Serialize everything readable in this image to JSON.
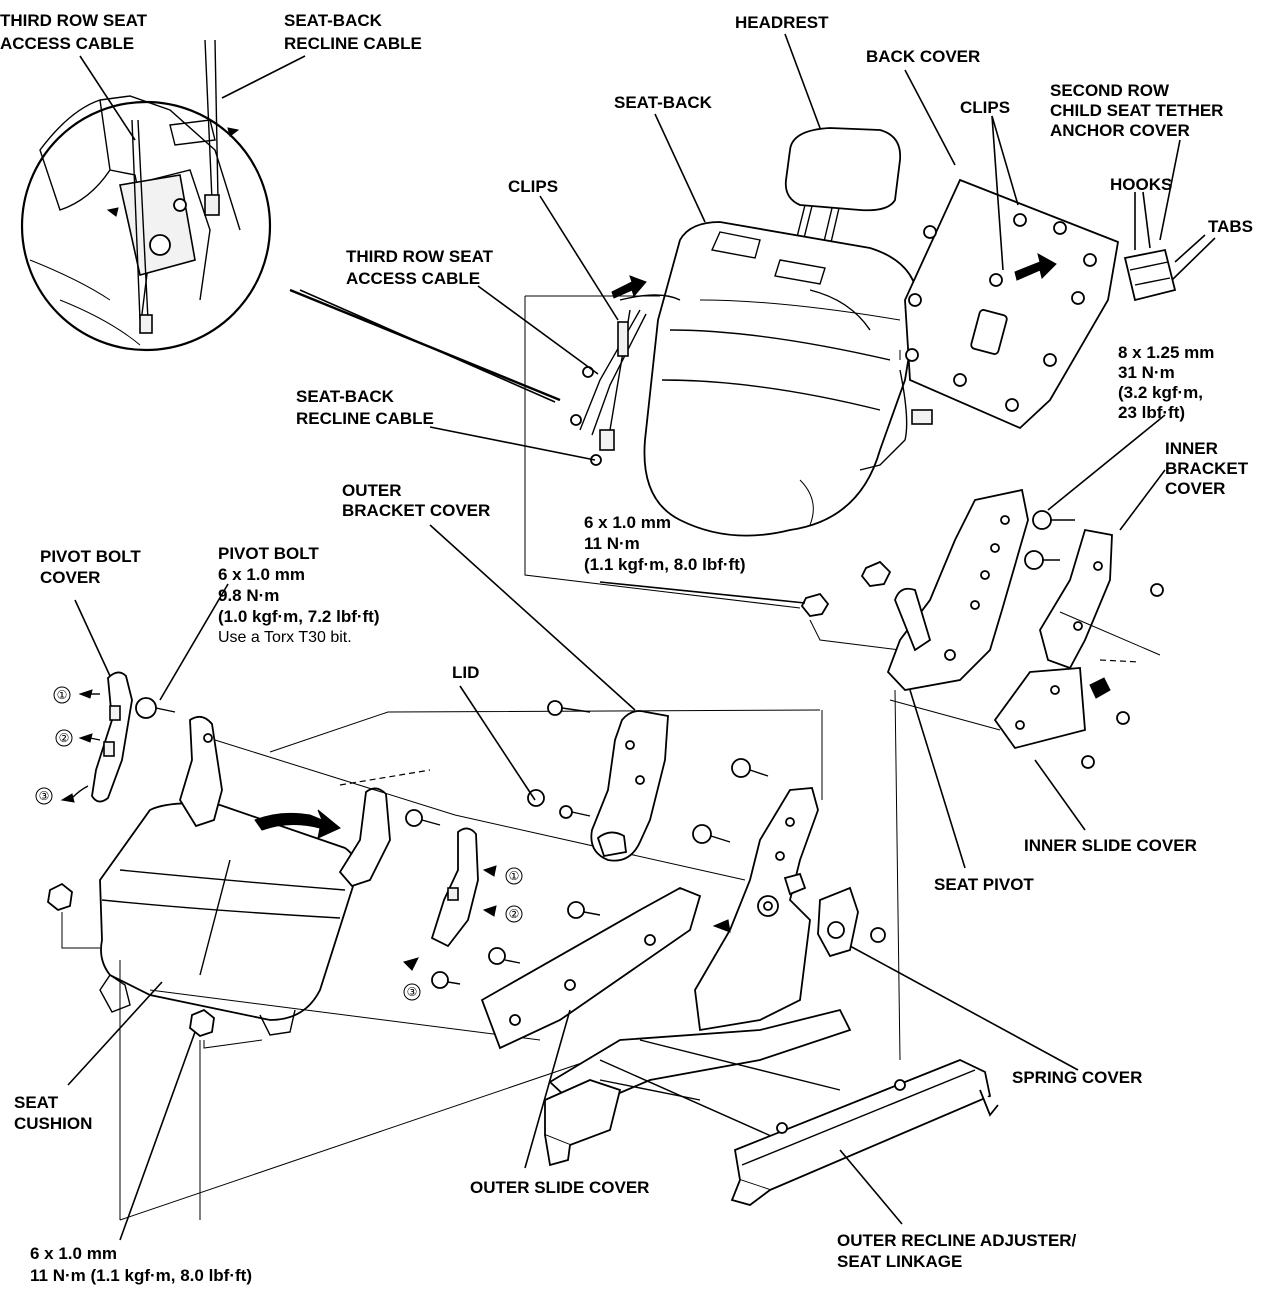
{
  "labels": {
    "third_row_cable_top": [
      "THIRD ROW SEAT",
      "ACCESS CABLE"
    ],
    "seat_back_cable_top": [
      "SEAT-BACK",
      "RECLINE CABLE"
    ],
    "headrest": "HEADREST",
    "back_cover": "BACK COVER",
    "seat_back": "SEAT-BACK",
    "clips_right": "CLIPS",
    "second_row_cover": [
      "SECOND ROW",
      "CHILD SEAT TETHER",
      "ANCHOR COVER"
    ],
    "clips_left": "CLIPS",
    "hooks": "HOOKS",
    "tabs": "TABS",
    "third_row_cable_mid": [
      "THIRD ROW SEAT",
      "ACCESS CABLE"
    ],
    "spec_8mm": [
      "8 x 1.25 mm",
      "31 N·m",
      "(3.2 kgf·m,",
      "23 lbf·ft)"
    ],
    "seat_back_cable_mid": [
      "SEAT-BACK",
      "RECLINE CABLE"
    ],
    "inner_bracket_cover": [
      "INNER",
      "BRACKET",
      "COVER"
    ],
    "outer_bracket_cover": [
      "OUTER",
      "BRACKET COVER"
    ],
    "spec_6mm_mid": [
      "6 x 1.0 mm",
      "11 N·m",
      "(1.1 kgf·m, 8.0 lbf·ft)"
    ],
    "pivot_bolt_cover": [
      "PIVOT BOLT",
      "COVER"
    ],
    "pivot_bolt": [
      "PIVOT BOLT",
      "6 x 1.0 mm",
      "9.8 N·m",
      "(1.0 kgf·m, 7.2 lbf·ft)"
    ],
    "torx_note": "Use a Torx T30 bit.",
    "lid": "LID",
    "inner_slide_cover": "INNER SLIDE COVER",
    "seat_pivot": "SEAT PIVOT",
    "spring_cover": "SPRING COVER",
    "seat_cushion": [
      "SEAT",
      "CUSHION"
    ],
    "outer_slide_cover": "OUTER SLIDE COVER",
    "outer_recline": [
      "OUTER RECLINE ADJUSTER/",
      "SEAT LINKAGE"
    ],
    "spec_6mm_bottom": [
      "6 x 1.0 mm",
      "11 N·m (1.1 kgf·m, 8.0 lbf·ft)"
    ]
  },
  "step_numbers": {
    "pivot_cover": [
      "①",
      "②",
      "③"
    ],
    "bracket_cover": [
      "①",
      "②",
      "③"
    ]
  }
}
